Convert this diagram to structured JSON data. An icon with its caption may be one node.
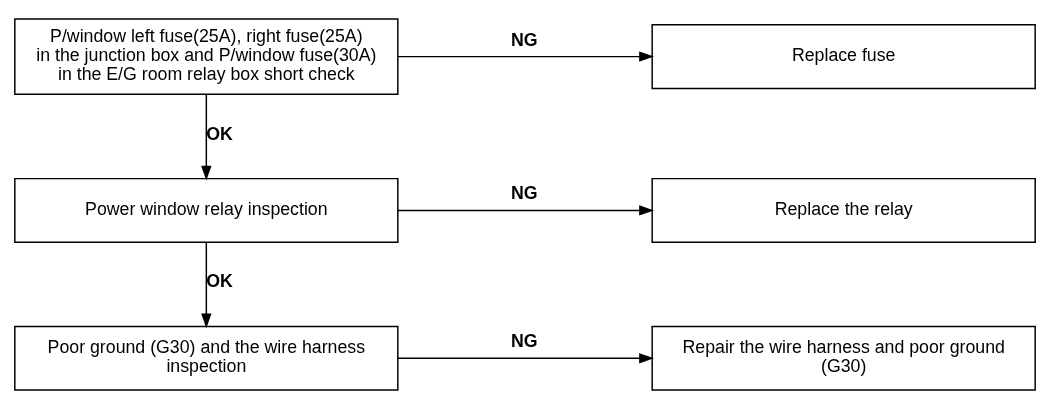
{
  "diagram": {
    "nodes": [
      {
        "text": [
          "P/window left fuse(25A), right fuse(25A) in the junction box and P/window fuse(30A) in the E/G room relay box short check"
        ]
      },
      {
        "text": [
          "Replace fuse"
        ]
      },
      {
        "text": [
          "Power window relay inspection"
        ]
      },
      {
        "text": [
          "Replace the relay"
        ]
      },
      {
        "text": [
          "Poor ground (G30) and the wire harness inspection"
        ]
      },
      {
        "text": [
          "Repair the wire harness and poor ground (G30)"
        ]
      }
    ],
    "edges": [
      {
        "from": 0,
        "to": 1,
        "arrow": "to",
        "label": "NG"
      },
      {
        "from": 0,
        "to": 2,
        "arrow": "to",
        "label": "OK"
      },
      {
        "from": 2,
        "to": 3,
        "arrow": "to",
        "label": "NG"
      },
      {
        "from": 2,
        "to": 4,
        "arrow": "to",
        "label": "OK"
      },
      {
        "from": 4,
        "to": 5,
        "arrow": "to",
        "label": "NG"
      }
    ]
  }
}
